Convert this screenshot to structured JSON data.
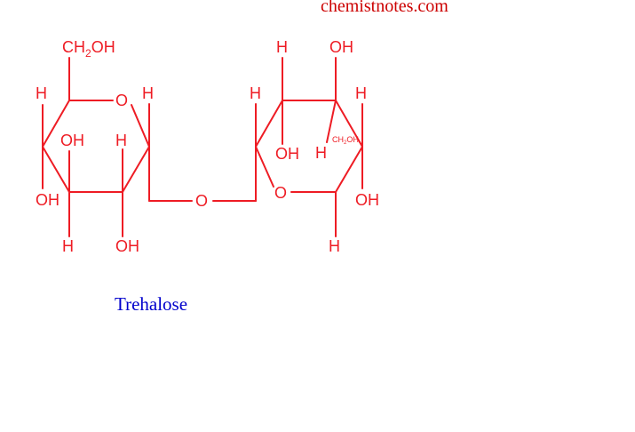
{
  "watermark": "chemistnotes.com",
  "caption": "Trehalose",
  "colors": {
    "structure": "#ee1c24",
    "watermark": "#cc0000",
    "caption": "#0000cc",
    "background": "#ffffff"
  },
  "atoms": {
    "ring1_top_ch2oh_left": "CH",
    "ring1_top_ch2oh_sub": "2",
    "ring1_top_ch2oh_right": "OH",
    "ring1_c5_h": "H",
    "ring1_o": "O",
    "ring1_c1_h": "H",
    "ring1_c4_oh_up": "OH",
    "ring1_c2_h": "H",
    "ring1_c4_oh": "OH",
    "ring1_c3_h": "H",
    "ring1_c2_oh": "OH",
    "bridge_o": "O",
    "ring2_c1_h": "H",
    "ring2_h_top": "H",
    "ring2_oh_top": "OH",
    "ring2_h_right": "H",
    "ring2_c2_oh": "OH",
    "ring2_h_mid": "H",
    "ring2_ch2oh_left": "CH",
    "ring2_ch2oh_sub": "2",
    "ring2_ch2oh_right": "OH",
    "ring2_o": "O",
    "ring2_oh_right": "OH",
    "ring2_h_bottom": "H"
  }
}
